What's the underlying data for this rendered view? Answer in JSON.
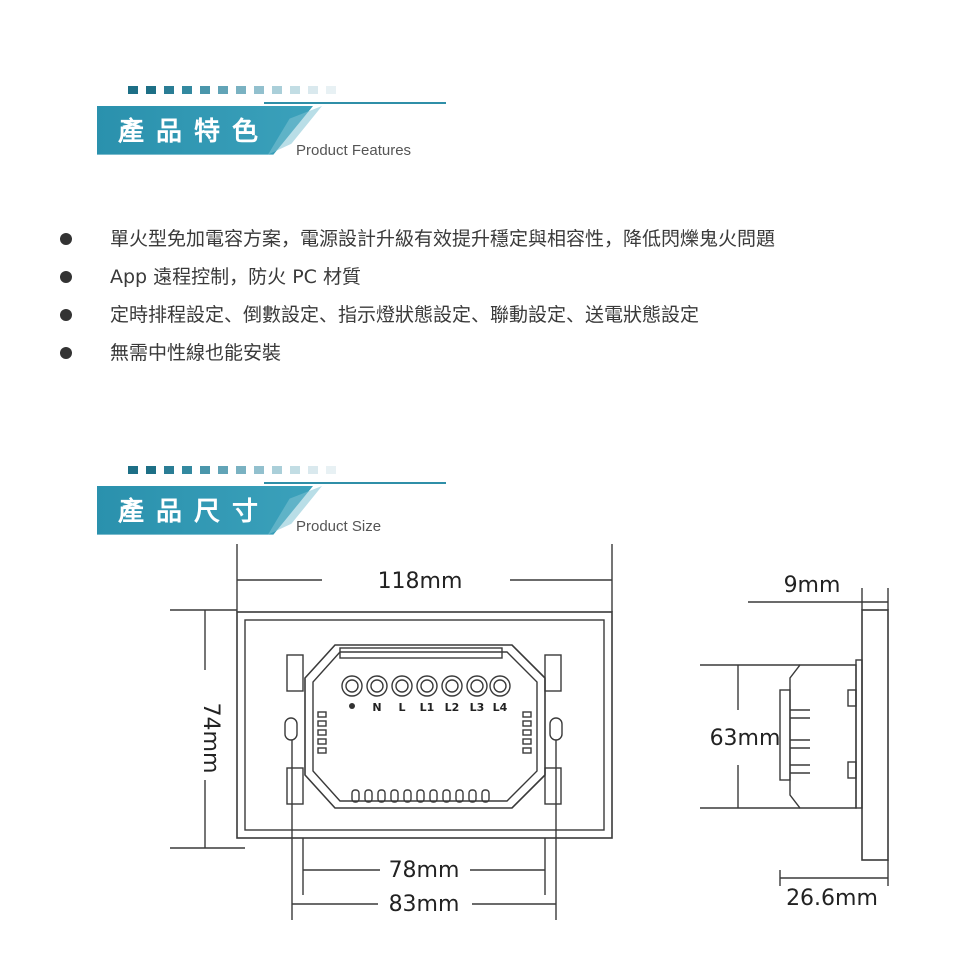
{
  "features_section": {
    "title": "產品特色",
    "subtitle": "Product Features",
    "items": [
      "單火型免加電容方案，電源設計升級有效提升穩定與相容性，降低閃爍鬼火問題",
      "App 遠程控制，防火 PC 材質",
      "定時排程設定、倒數設定、指示燈狀態設定、聯動設定、送電狀態設定",
      "無需中性線也能安裝"
    ]
  },
  "size_section": {
    "title": "產品尺寸",
    "subtitle": "Product Size"
  },
  "dimensions": {
    "width_total": "118mm",
    "height_total": "74mm",
    "inner_width": "78mm",
    "outer_width": "83mm",
    "depth_panel": "9mm",
    "body_height": "63mm",
    "depth_total": "26.6mm"
  },
  "terminal_labels": [
    "N",
    "L",
    "L1",
    "L2",
    "L3",
    "L4"
  ],
  "colors": {
    "accent": "#2f8fa8",
    "accent_dark": "#1d6f86",
    "line": "#3a3a3a"
  }
}
